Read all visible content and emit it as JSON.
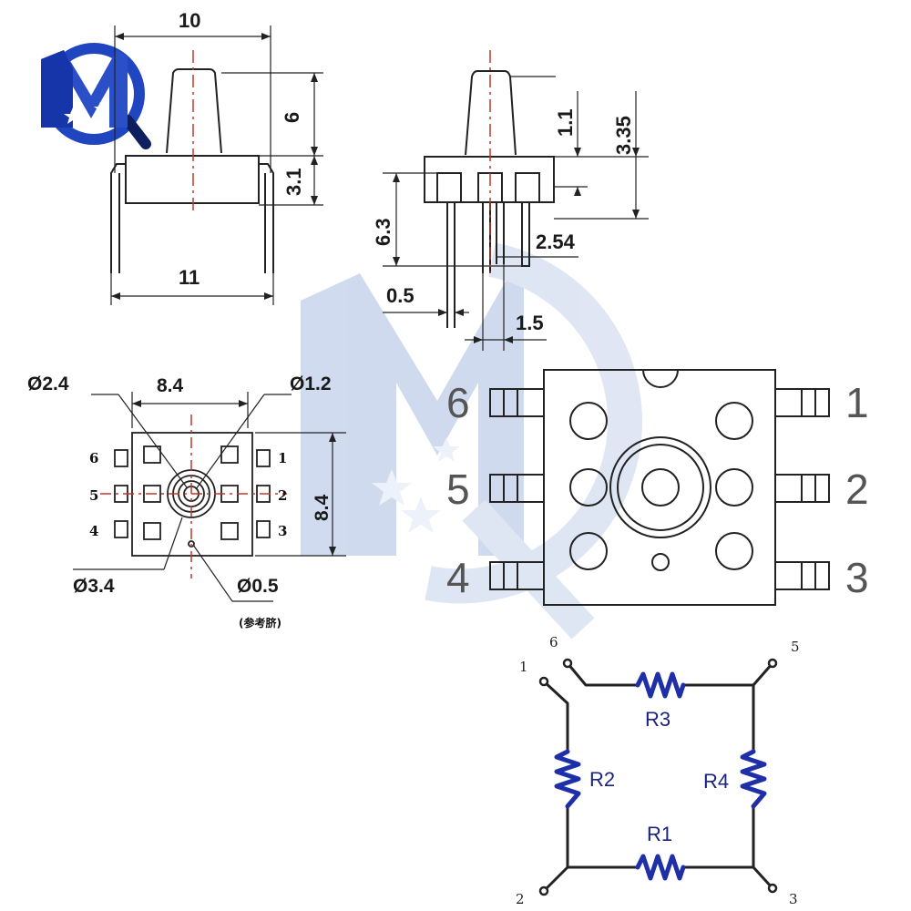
{
  "logo": {
    "icon": "mq-logo-icon",
    "colors": {
      "primary": "#2a4fc6",
      "dark": "#0d1f5e",
      "star": "#ffffff"
    }
  },
  "watermark": {
    "icon": "mq-watermark-icon",
    "color": "#9fb3d9"
  },
  "side_view": {
    "dim_top": "10",
    "dim_height": "6",
    "dim_body": "3.1",
    "dim_bottom": "11"
  },
  "front_view": {
    "dim_1_1": "1.1",
    "dim_3_35": "3.35",
    "dim_6_3": "6.3",
    "dim_2_54": "2.54",
    "dim_0_5": "0.5",
    "dim_1_5": "1.5"
  },
  "bottom_view": {
    "dia_2_4": "Ø2.4",
    "width": "8.4",
    "dia_1_2": "Ø1.2",
    "height": "8.4",
    "dia_3_4": "Ø3.4",
    "dia_0_5": "Ø0.5",
    "note": "(参考脐)",
    "pins": [
      "6",
      "5",
      "4",
      "1",
      "2",
      "3"
    ]
  },
  "top_view": {
    "pins_left": [
      "6",
      "5",
      "4"
    ],
    "pins_right": [
      "1",
      "2",
      "3"
    ]
  },
  "circuit": {
    "nodes": [
      "1",
      "6",
      "5",
      "2",
      "3"
    ],
    "resistors": [
      "R3",
      "R2",
      "R4",
      "R1"
    ],
    "resistor_color": "#1f2fa8"
  }
}
